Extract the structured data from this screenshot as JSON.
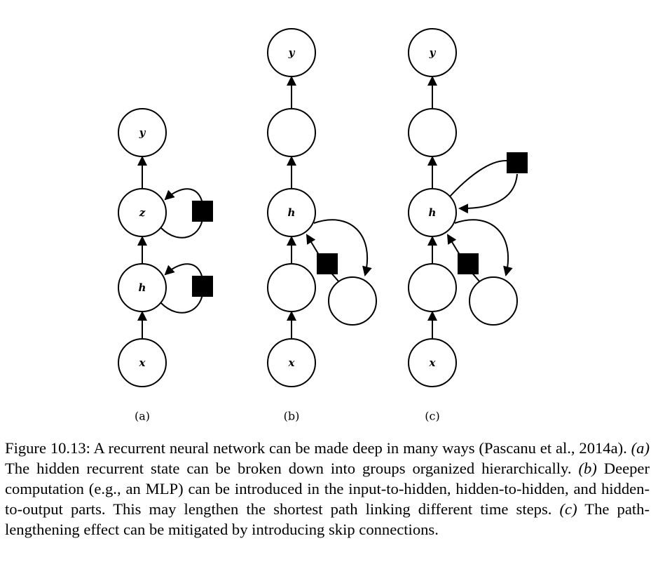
{
  "figure": {
    "panel_a": {
      "label": "(a)",
      "nodes": {
        "y": "y",
        "z": "z",
        "h": "h",
        "x": "x"
      }
    },
    "panel_b": {
      "label": "(b)",
      "nodes": {
        "y": "y",
        "h": "h",
        "x": "x"
      }
    },
    "panel_c": {
      "label": "(c)",
      "nodes": {
        "y": "y",
        "h": "h",
        "x": "x"
      }
    }
  },
  "caption": {
    "part1": "Figure 10.13: A recurrent neural network can be made deep in many ways (Pascanu et al., 2014a). ",
    "tag_a": "(a)",
    "part2": " The hidden recurrent state can be broken down into groups organized hierarchically. ",
    "tag_b": "(b)",
    "part3": " Deeper computation (e.g., an MLP) can be introduced in the input-to-hidden, hidden-to-hidden, and hidden-to-output parts. This may lengthen the shortest path linking different time steps. ",
    "tag_c": "(c)",
    "part4": " The path-lengthening effect can be mitigated by introducing skip connections."
  }
}
